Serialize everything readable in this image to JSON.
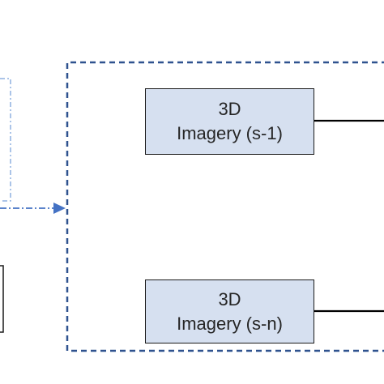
{
  "diagram": {
    "nodes": [
      {
        "id": "s-1",
        "line1": "3D",
        "line2": "Imagery (s-1)"
      },
      {
        "id": "s-n",
        "line1": "3D",
        "line2": "Imagery (s-n)"
      }
    ],
    "colors": {
      "box_fill": "#d6e0f0",
      "box_border": "#1a1a1a",
      "group_border": "#2f528f",
      "arrow": "#4472c4",
      "connector": "#000000"
    }
  }
}
